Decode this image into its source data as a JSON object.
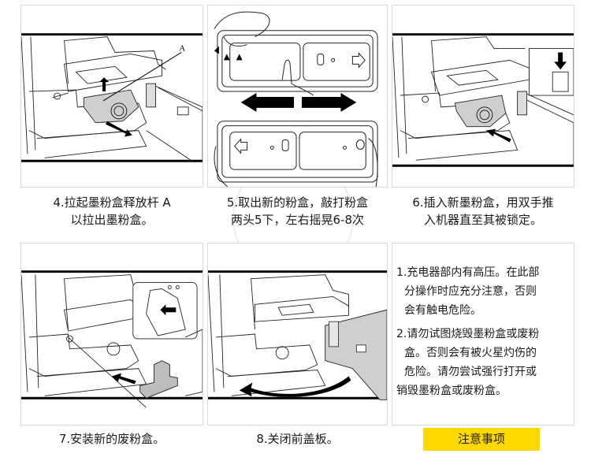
{
  "steps": [
    {
      "number": "4",
      "line1": "4.拉起墨粉盒释放杆 A",
      "line2": "以拉出墨粉盒。",
      "callout": "A",
      "illustration": "pull-out-toner-cartridge"
    },
    {
      "number": "5",
      "line1": "5.取出新的粉盒，敲打粉盒",
      "line2": "两头5下，左右摇晃6-8次",
      "illustration": "shake-new-toner-box"
    },
    {
      "number": "6",
      "line1": "6.插入新墨粉盒，用双手推",
      "line2": "入机器直至其被锁定。",
      "illustration": "insert-toner-cartridge"
    },
    {
      "number": "7",
      "line1": "7.安装新的废粉盒。",
      "illustration": "install-waste-toner-box"
    },
    {
      "number": "8",
      "line1": "8.关闭前盖板。",
      "illustration": "close-front-cover"
    }
  ],
  "notes": {
    "items": [
      {
        "lines": [
          "1.充电器部内有高压。在此部",
          "分操作时应充分注意，否则",
          "会有触电危险。"
        ]
      },
      {
        "lines": [
          "2.请勿试图烧毁墨粉盒或废粉",
          "盒。否则会有被火星灼伤的",
          "危险。请勿尝试强行打开或",
          "销毁墨粉盒或废粉盒。"
        ]
      }
    ],
    "title": "注意事项",
    "title_bg": "#ffd800"
  }
}
